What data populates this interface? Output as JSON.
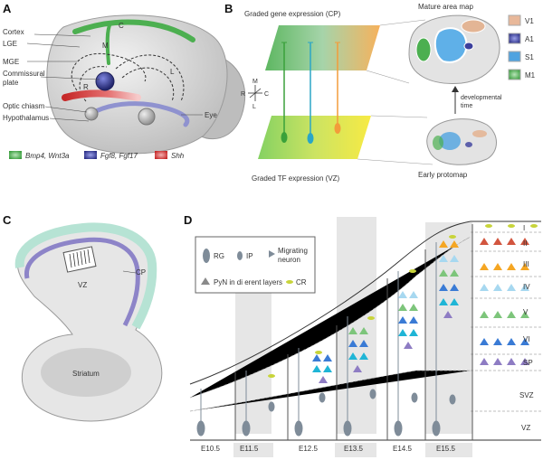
{
  "panels": {
    "a": "A",
    "b": "B",
    "c": "C",
    "d": "D"
  },
  "panel_a": {
    "labels": {
      "cortex": "Cortex",
      "lge": "LGE",
      "mge": "MGE",
      "commissural1": "Commissural",
      "commissural2": "plate",
      "optic": "Optic chiasm",
      "hypo": "Hypothalamus",
      "eye": "Eye",
      "c": "C",
      "m": "M",
      "l": "L",
      "r": "R"
    },
    "legend": [
      {
        "label": "Bmp4, Wnt3a",
        "color": "#4caf50"
      },
      {
        "label": "Fgf8, Fgf17",
        "color": "#3a3f9e"
      },
      {
        "label": "Shh",
        "color": "#d9302c"
      }
    ]
  },
  "panel_b": {
    "top_title": "Graded gene expression (CP)",
    "bottom_title": "Graded TF expression (VZ)",
    "mature": "Mature area map",
    "early": "Early protomap",
    "dev1": "developmental",
    "dev2": "time",
    "axes": {
      "m": "M",
      "r": "R",
      "c": "C",
      "l": "L"
    },
    "legend": [
      {
        "label": "V1",
        "color": "#e8b89a"
      },
      {
        "label": "A1",
        "color": "#3b3f9c"
      },
      {
        "label": "S1",
        "color": "#4fa3e0"
      },
      {
        "label": "M1",
        "color": "#4caf50"
      }
    ]
  },
  "panel_c": {
    "vz": "VZ",
    "cp": "CP",
    "striatum": "Striatum"
  },
  "panel_d": {
    "legend": {
      "rg": "RG",
      "ip": "IP",
      "migrating1": "Migrating",
      "migrating2": "neuron",
      "pyn": "PyN in di erent layers",
      "cr": "CR"
    },
    "layers": [
      "I",
      "II",
      "III",
      "IV",
      "V",
      "VI",
      "SP",
      "SVZ",
      "VZ"
    ],
    "stages": [
      "E10.5",
      "E11.5",
      "E12.5",
      "E13.5",
      "E14.5",
      "E15.5"
    ]
  }
}
